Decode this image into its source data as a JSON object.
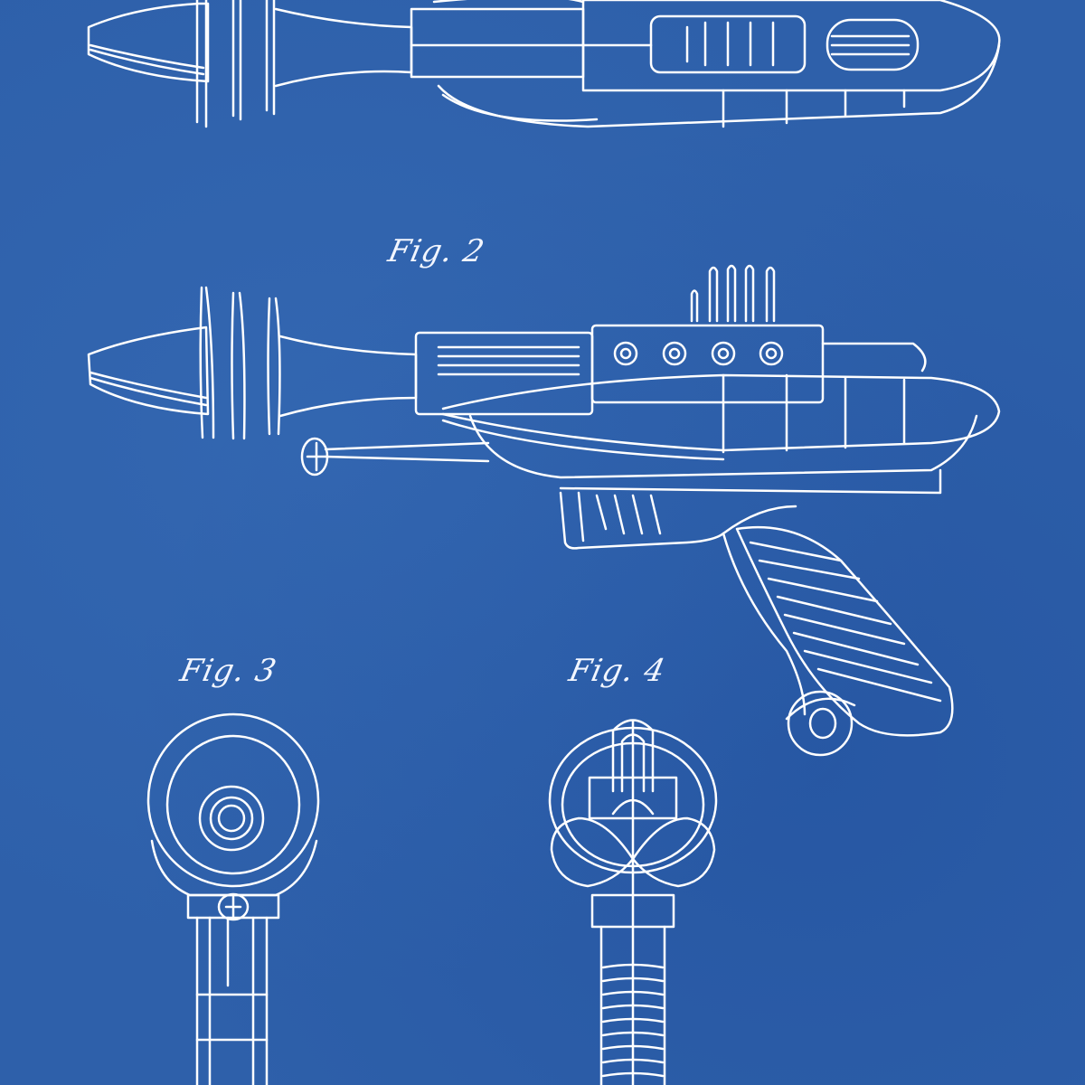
{
  "sheet": {
    "type": "patent blueprint drawing",
    "subject": "toy ray gun",
    "background_color": "#2e60aa",
    "line_color": "#ffffff"
  },
  "figures": [
    {
      "id": "fig1",
      "label": "",
      "view": "top view (partially cropped at top edge)"
    },
    {
      "id": "fig2",
      "label": "Fig. 2",
      "view": "side elevation"
    },
    {
      "id": "fig3",
      "label": "Fig. 3",
      "view": "front/muzzle end view"
    },
    {
      "id": "fig4",
      "label": "Fig. 4",
      "view": "rear end view"
    }
  ]
}
